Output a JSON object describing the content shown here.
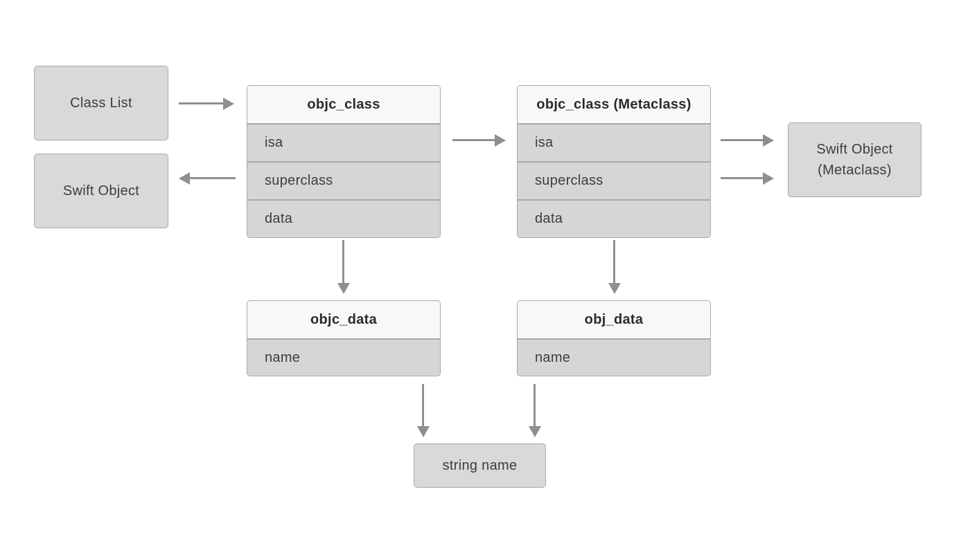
{
  "diagram": {
    "colors": {
      "background": "#ffffff",
      "box_fill": "#d9d9d9",
      "row_fill": "#d6d6d6",
      "header_fill": "#f8f8f8",
      "border": "#a9a9a9",
      "arrow": "#8f8f8f",
      "text": "#3d3d3d",
      "title_text": "#2b2b2b"
    },
    "boxes": {
      "class_list": {
        "label": "Class List"
      },
      "swift_object": {
        "label": "Swift Object"
      },
      "swift_object_metaclass": {
        "label": "Swift Object (Metaclass)"
      },
      "string_name": {
        "label": "string name"
      }
    },
    "tables": {
      "objc_class": {
        "title": "objc_class",
        "rows": [
          "isa",
          "superclass",
          "data"
        ]
      },
      "objc_class_metaclass": {
        "title": "objc_class (Metaclass)",
        "rows": [
          "isa",
          "superclass",
          "data"
        ]
      },
      "objc_data": {
        "title": "objc_data",
        "rows": [
          "name"
        ]
      },
      "obj_data": {
        "title": "obj_data",
        "rows": [
          "name"
        ]
      }
    },
    "edges": [
      {
        "from": "class_list",
        "to": "objc_class",
        "direction": "right"
      },
      {
        "from": "objc_class.superclass",
        "to": "swift_object",
        "direction": "left"
      },
      {
        "from": "objc_class.isa",
        "to": "objc_class_metaclass.isa",
        "direction": "right"
      },
      {
        "from": "objc_class_metaclass.isa",
        "to": "swift_object_metaclass",
        "direction": "right"
      },
      {
        "from": "objc_class_metaclass.superclass",
        "to": "swift_object_metaclass",
        "direction": "right"
      },
      {
        "from": "objc_class",
        "to": "objc_data",
        "direction": "down"
      },
      {
        "from": "objc_class_metaclass",
        "to": "obj_data",
        "direction": "down"
      },
      {
        "from": "objc_data",
        "to": "string_name",
        "direction": "down"
      },
      {
        "from": "obj_data",
        "to": "string_name",
        "direction": "down"
      }
    ]
  }
}
